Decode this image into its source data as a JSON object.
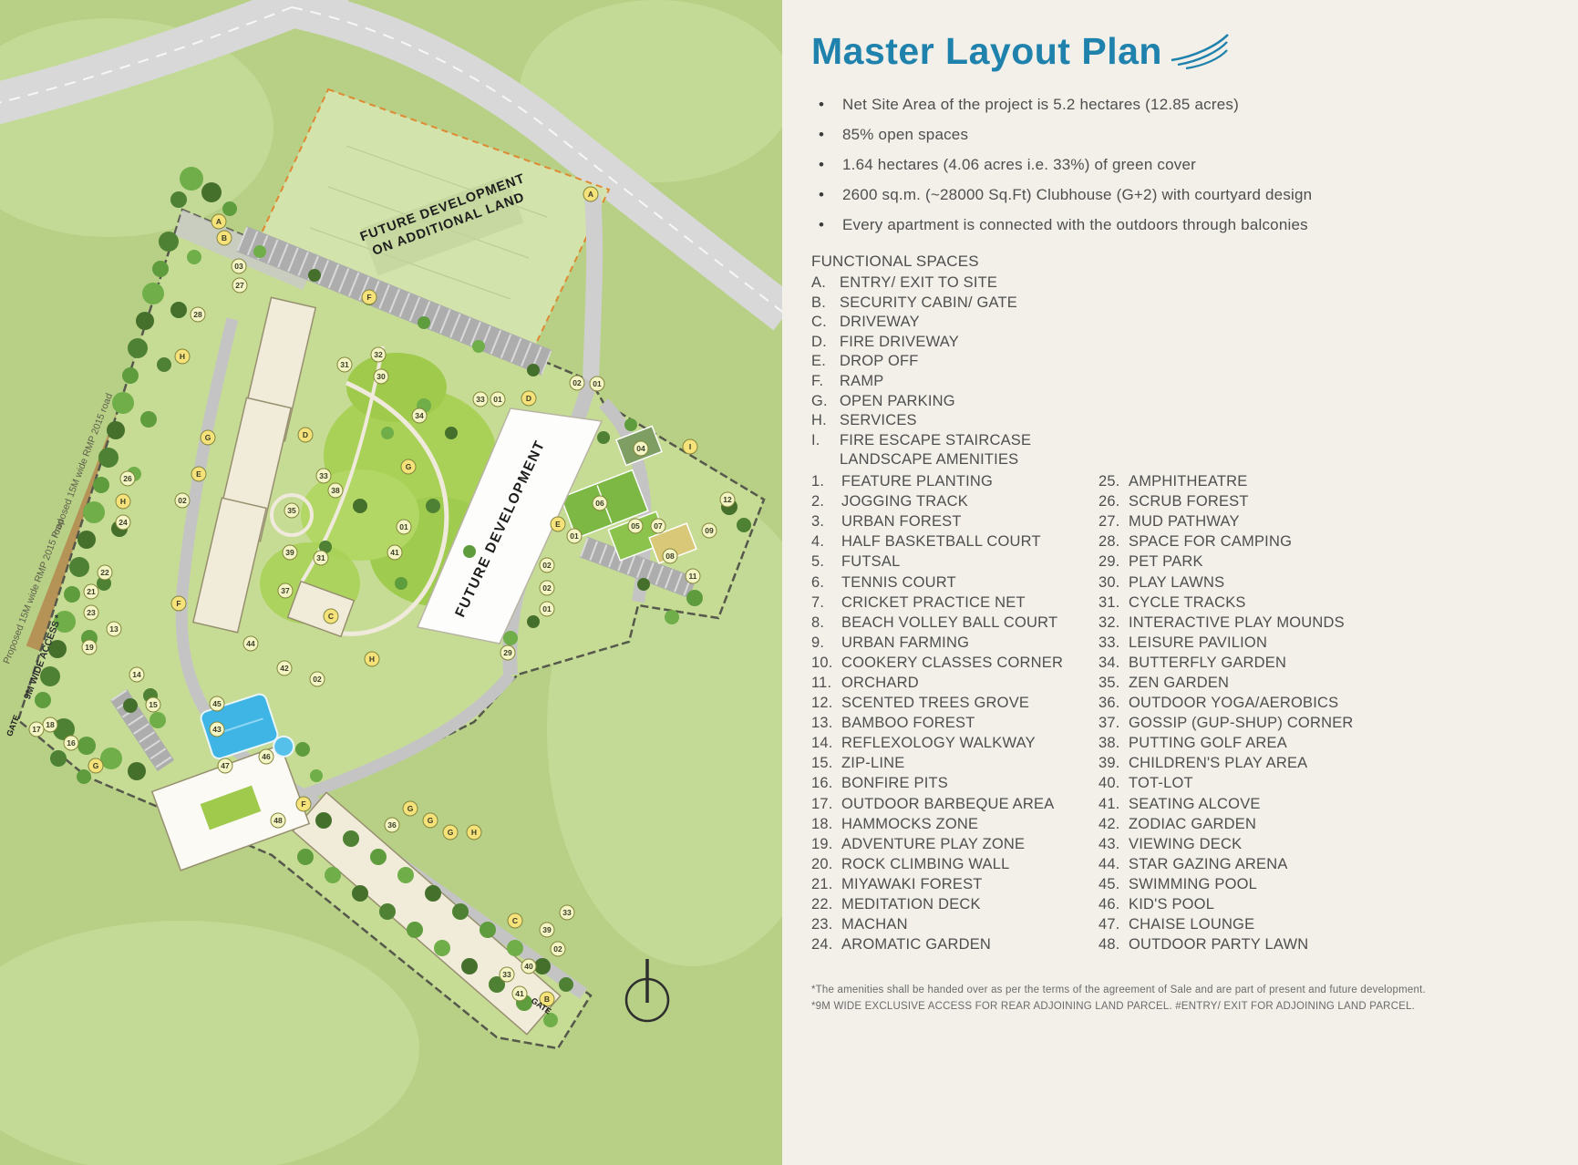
{
  "panel": {
    "title": "Master Layout Plan",
    "bullets": [
      "Net Site Area of the project is 5.2 hectares (12.85 acres)",
      "85% open spaces",
      "1.64 hectares (4.06 acres i.e. 33%) of green cover",
      "2600 sq.m. (~28000 Sq.Ft) Clubhouse (G+2) with courtyard design",
      "Every apartment is connected with the outdoors through balconies"
    ],
    "functional": {
      "heading": "FUNCTIONAL SPACES",
      "items": [
        {
          "key": "A.",
          "label": "ENTRY/ EXIT TO SITE"
        },
        {
          "key": "B.",
          "label": "SECURITY CABIN/ GATE"
        },
        {
          "key": "C.",
          "label": "DRIVEWAY"
        },
        {
          "key": "D.",
          "label": "FIRE DRIVEWAY"
        },
        {
          "key": "E.",
          "label": "DROP OFF"
        },
        {
          "key": "F.",
          "label": "RAMP"
        },
        {
          "key": "G.",
          "label": "OPEN PARKING"
        },
        {
          "key": "H.",
          "label": "SERVICES"
        },
        {
          "key": "I.",
          "label": "FIRE ESCAPE STAIRCASE"
        }
      ]
    },
    "amenities": {
      "heading": "LANDSCAPE AMENITIES",
      "col1": [
        {
          "num": "1.",
          "label": "FEATURE PLANTING"
        },
        {
          "num": "2.",
          "label": "JOGGING TRACK"
        },
        {
          "num": "3.",
          "label": "URBAN FOREST"
        },
        {
          "num": "4.",
          "label": "HALF BASKETBALL COURT"
        },
        {
          "num": "5.",
          "label": "FUTSAL"
        },
        {
          "num": "6.",
          "label": "TENNIS COURT"
        },
        {
          "num": "7.",
          "label": "CRICKET PRACTICE NET"
        },
        {
          "num": "8.",
          "label": "BEACH VOLLEY BALL COURT"
        },
        {
          "num": "9.",
          "label": "URBAN FARMING"
        },
        {
          "num": "10.",
          "label": "COOKERY CLASSES CORNER"
        },
        {
          "num": "11.",
          "label": "ORCHARD"
        },
        {
          "num": "12.",
          "label": "SCENTED TREES GROVE"
        },
        {
          "num": "13.",
          "label": "BAMBOO FOREST"
        },
        {
          "num": "14.",
          "label": "REFLEXOLOGY WALKWAY"
        },
        {
          "num": "15.",
          "label": "ZIP-LINE"
        },
        {
          "num": "16.",
          "label": "BONFIRE PITS"
        },
        {
          "num": "17.",
          "label": "OUTDOOR BARBEQUE AREA"
        },
        {
          "num": "18.",
          "label": "HAMMOCKS ZONE"
        },
        {
          "num": "19.",
          "label": "ADVENTURE PLAY ZONE"
        },
        {
          "num": "20.",
          "label": "ROCK CLIMBING WALL"
        },
        {
          "num": "21.",
          "label": "MIYAWAKI FOREST"
        },
        {
          "num": "22.",
          "label": "MEDITATION DECK"
        },
        {
          "num": "23.",
          "label": "MACHAN"
        },
        {
          "num": "24.",
          "label": "AROMATIC GARDEN"
        }
      ],
      "col2": [
        {
          "num": "25.",
          "label": "AMPHITHEATRE"
        },
        {
          "num": "26.",
          "label": "SCRUB FOREST"
        },
        {
          "num": "27.",
          "label": "MUD PATHWAY"
        },
        {
          "num": "28.",
          "label": "SPACE FOR CAMPING"
        },
        {
          "num": "29.",
          "label": "PET PARK"
        },
        {
          "num": "30.",
          "label": "PLAY LAWNS"
        },
        {
          "num": "31.",
          "label": "CYCLE TRACKS"
        },
        {
          "num": "32.",
          "label": "INTERACTIVE PLAY MOUNDS"
        },
        {
          "num": "33.",
          "label": "LEISURE PAVILION"
        },
        {
          "num": "34.",
          "label": "BUTTERFLY GARDEN"
        },
        {
          "num": "35.",
          "label": "ZEN GARDEN"
        },
        {
          "num": "36.",
          "label": "OUTDOOR YOGA/AEROBICS"
        },
        {
          "num": "37.",
          "label": "GOSSIP (GUP-SHUP) CORNER"
        },
        {
          "num": "38.",
          "label": "PUTTING GOLF AREA"
        },
        {
          "num": "39.",
          "label": "CHILDREN'S PLAY AREA"
        },
        {
          "num": "40.",
          "label": "TOT-LOT"
        },
        {
          "num": "41.",
          "label": "SEATING ALCOVE"
        },
        {
          "num": "42.",
          "label": "ZODIAC GARDEN"
        },
        {
          "num": "43.",
          "label": "VIEWING DECK"
        },
        {
          "num": "44.",
          "label": "STAR GAZING ARENA"
        },
        {
          "num": "45.",
          "label": "SWIMMING POOL"
        },
        {
          "num": "46.",
          "label": "KID'S POOL"
        },
        {
          "num": "47.",
          "label": "CHAISE LOUNGE"
        },
        {
          "num": "48.",
          "label": "OUTDOOR PARTY LAWN"
        }
      ]
    },
    "footnotes": [
      "*The amenities shall be handed over as per the terms of the agreement of Sale and are part of present and future development.",
      "*9M WIDE EXCLUSIVE ACCESS FOR REAR ADJOINING LAND PARCEL. #ENTRY/ EXIT FOR ADJOINING LAND PARCEL."
    ],
    "accent_color": "#1f82ad"
  },
  "plan": {
    "labels": {
      "future_dev_additional_1": "FUTURE DEVELOPMENT",
      "future_dev_additional_2": "ON ADDITIONAL LAND",
      "future_development": "FUTURE DEVELOPMENT",
      "road_label": "Proposed 15M wide RMP 2015 road",
      "access_label": "9M WIDE ACCESS *",
      "gate": "GATE"
    },
    "markers": [
      [
        "A",
        648,
        213
      ],
      [
        "A",
        240,
        243
      ],
      [
        "B",
        246,
        261
      ],
      [
        "03",
        262,
        292
      ],
      [
        "27",
        263,
        313
      ],
      [
        "28",
        217,
        345
      ],
      [
        "H",
        200,
        391
      ],
      [
        "F",
        405,
        326
      ],
      [
        "31",
        378,
        400
      ],
      [
        "32",
        415,
        389
      ],
      [
        "30",
        418,
        413
      ],
      [
        "33",
        527,
        438
      ],
      [
        "01",
        546,
        438
      ],
      [
        "D",
        580,
        437
      ],
      [
        "02",
        633,
        420
      ],
      [
        "01",
        655,
        421
      ],
      [
        "34",
        460,
        456
      ],
      [
        "D",
        335,
        477
      ],
      [
        "G",
        228,
        480
      ],
      [
        "G",
        448,
        512
      ],
      [
        "E",
        218,
        520
      ],
      [
        "26",
        140,
        525
      ],
      [
        "H",
        135,
        550
      ],
      [
        "24",
        135,
        573
      ],
      [
        "33",
        355,
        522
      ],
      [
        "38",
        368,
        538
      ],
      [
        "02",
        200,
        549
      ],
      [
        "35",
        320,
        560
      ],
      [
        "01",
        443,
        578
      ],
      [
        "22",
        115,
        628
      ],
      [
        "21",
        100,
        649
      ],
      [
        "23",
        100,
        672
      ],
      [
        "19",
        98,
        710
      ],
      [
        "39",
        318,
        606
      ],
      [
        "31",
        352,
        612
      ],
      [
        "41",
        433,
        606
      ],
      [
        "37",
        313,
        648
      ],
      [
        "C",
        363,
        676
      ],
      [
        "44",
        275,
        706
      ],
      [
        "42",
        312,
        733
      ],
      [
        "02",
        348,
        745
      ],
      [
        "H",
        408,
        723
      ],
      [
        "04",
        703,
        492
      ],
      [
        "I",
        757,
        490
      ],
      [
        "12",
        798,
        548
      ],
      [
        "06",
        658,
        552
      ],
      [
        "05",
        697,
        577
      ],
      [
        "07",
        722,
        577
      ],
      [
        "09",
        778,
        582
      ],
      [
        "08",
        735,
        610
      ],
      [
        "11",
        760,
        632
      ],
      [
        "01",
        630,
        588
      ],
      [
        "02",
        600,
        620
      ],
      [
        "02",
        600,
        645
      ],
      [
        "01",
        600,
        668
      ],
      [
        "29",
        557,
        716
      ],
      [
        "15",
        168,
        773
      ],
      [
        "18",
        55,
        795
      ],
      [
        "17",
        40,
        800
      ],
      [
        "16",
        78,
        815
      ],
      [
        "G",
        105,
        840
      ],
      [
        "45",
        238,
        772
      ],
      [
        "43",
        238,
        800
      ],
      [
        "46",
        292,
        830
      ],
      [
        "47",
        247,
        840
      ],
      [
        "48",
        305,
        900
      ],
      [
        "F",
        333,
        882
      ],
      [
        "G",
        450,
        887
      ],
      [
        "G",
        472,
        900
      ],
      [
        "G",
        494,
        913
      ],
      [
        "36",
        430,
        905
      ],
      [
        "H",
        520,
        913
      ],
      [
        "C",
        565,
        1010
      ],
      [
        "33",
        622,
        1001
      ],
      [
        "39",
        600,
        1020
      ],
      [
        "02",
        612,
        1041
      ],
      [
        "40",
        580,
        1060
      ],
      [
        "33",
        556,
        1069
      ],
      [
        "41",
        570,
        1090
      ],
      [
        "B",
        600,
        1096
      ],
      [
        "F",
        196,
        662
      ],
      [
        "13",
        125,
        690
      ],
      [
        "14",
        150,
        740
      ],
      [
        "E",
        612,
        575
      ]
    ]
  }
}
